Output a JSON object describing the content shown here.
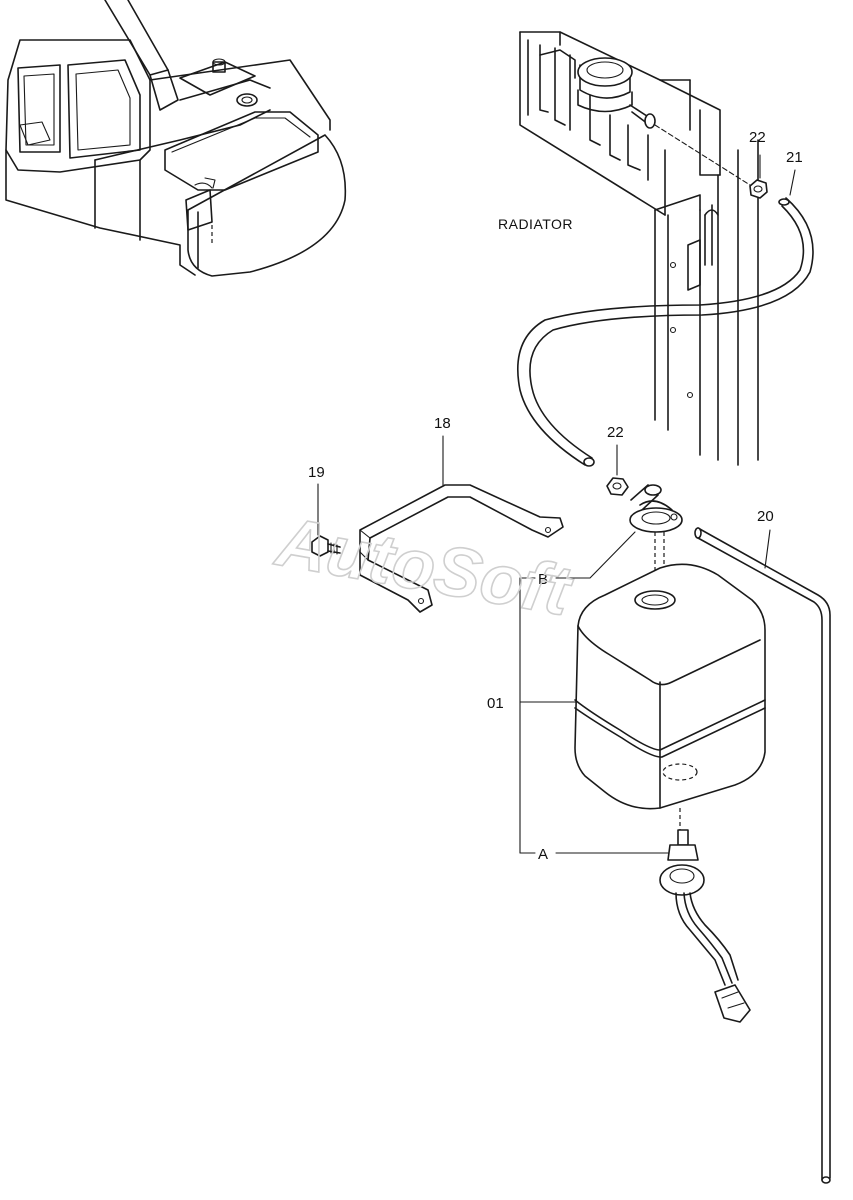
{
  "watermark": "AutoSoft",
  "labels": {
    "radiator": "RADIATOR",
    "part_01": "01",
    "part_18": "18",
    "part_19": "19",
    "part_20": "20",
    "part_21": "21",
    "part_22_top": "22",
    "part_22_mid": "22",
    "ref_a": "A",
    "ref_b": "B"
  }
}
